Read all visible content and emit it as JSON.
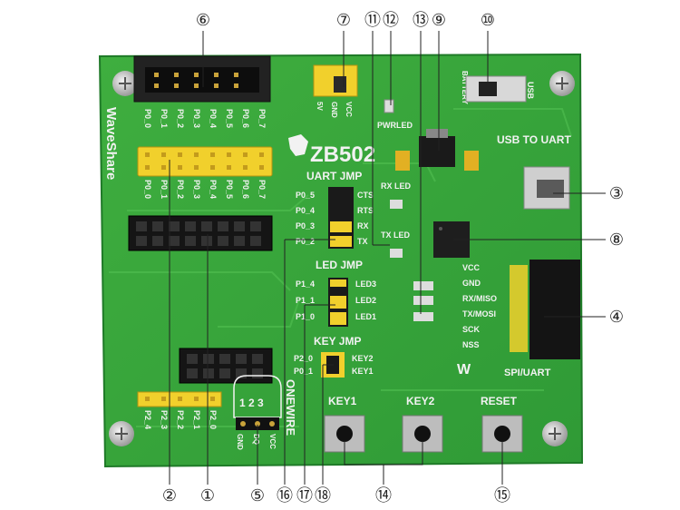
{
  "board": {
    "brand": "WaveShare",
    "model": "ZB502",
    "labels": {
      "uart_jmp": "UART JMP",
      "led_jmp": "LED JMP",
      "key_jmp": "KEY JMP",
      "usb_to_uart": "USB TO UART",
      "spi_uart": "SPI/UART",
      "onewire": "ONEWIRE",
      "pwr_led": "PWRLED",
      "rx_led": "RX LED",
      "tx_led": "TX LED",
      "key1": "KEY1",
      "key2": "KEY2",
      "reset": "RESET",
      "usb": "USB",
      "battery": "BATTERY",
      "v5": "5V",
      "gnd": "GND",
      "vcc": "VCC",
      "num_123": "1 2 3",
      "ow_gnd": "GND",
      "ow_dq": "DQ",
      "ow_vcc": "VCC"
    },
    "p0_top": [
      "P0_0",
      "P0_1",
      "P0_2",
      "P0_3",
      "P0_4",
      "P0_5",
      "P0_6",
      "P0_7"
    ],
    "p0_bottom": [
      "P0_0",
      "P0_1",
      "P0_2",
      "P0_3",
      "P0_4",
      "P0_5",
      "P0_6",
      "P0_7"
    ],
    "p2_pins": [
      "P2_4",
      "P2_3",
      "P2_2",
      "P2_1",
      "P2_0"
    ],
    "uart_pins": [
      "P0_5",
      "P0_4",
      "P0_3",
      "P0_2"
    ],
    "uart_signals": [
      "CTS",
      "RTS",
      "RX",
      "TX"
    ],
    "led_pins": [
      "P1_4",
      "P1_1",
      "P1_0"
    ],
    "led_names": [
      "LED3",
      "LED2",
      "LED1"
    ],
    "key_pins": [
      "P2_0",
      "P0_1"
    ],
    "key_names": [
      "KEY2",
      "KEY1"
    ],
    "spi_pins": [
      "VCC",
      "GND",
      "RX/MISO",
      "TX/MOSI",
      "SCK",
      "NSS"
    ]
  },
  "callouts": [
    "⑥",
    "⑦",
    "⑪",
    "⑫",
    "⑬",
    "⑨",
    "⑩",
    "③",
    "⑧",
    "④",
    "②",
    "①",
    "⑤",
    "⑯",
    "⑰",
    "⑱",
    "⑭",
    "⑮"
  ]
}
